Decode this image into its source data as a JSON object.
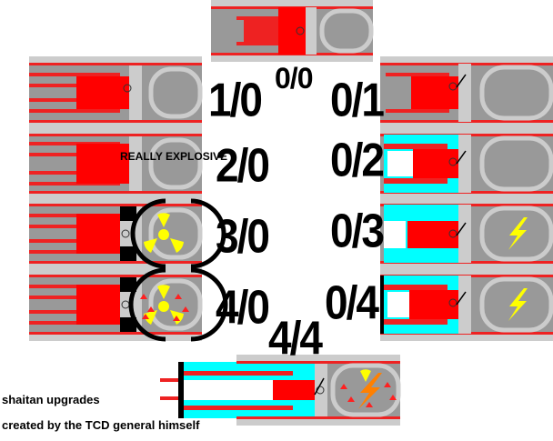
{
  "labels": {
    "base": "0/0",
    "left_1": "1/0",
    "left_2": "2/0",
    "left_3": "3/0",
    "left_4": "4/0",
    "right_1": "0/1",
    "right_2": "0/2",
    "right_3": "0/3",
    "right_4": "0/4",
    "full": "4/4"
  },
  "annotation": "REALLY EXPLOSIVE",
  "captions": {
    "line1": "shaitan upgrades",
    "line2": "created by the TCD general himself"
  },
  "colors": {
    "hull_gray": "#999999",
    "light_gray": "#cccccc",
    "red": "#ff0000",
    "cyan": "#00ffff",
    "yellow": "#ffff00",
    "orange": "#ff8000",
    "black": "#000000"
  },
  "icons": [
    "radiation-icon",
    "lightning-icon",
    "explosion-icon"
  ]
}
